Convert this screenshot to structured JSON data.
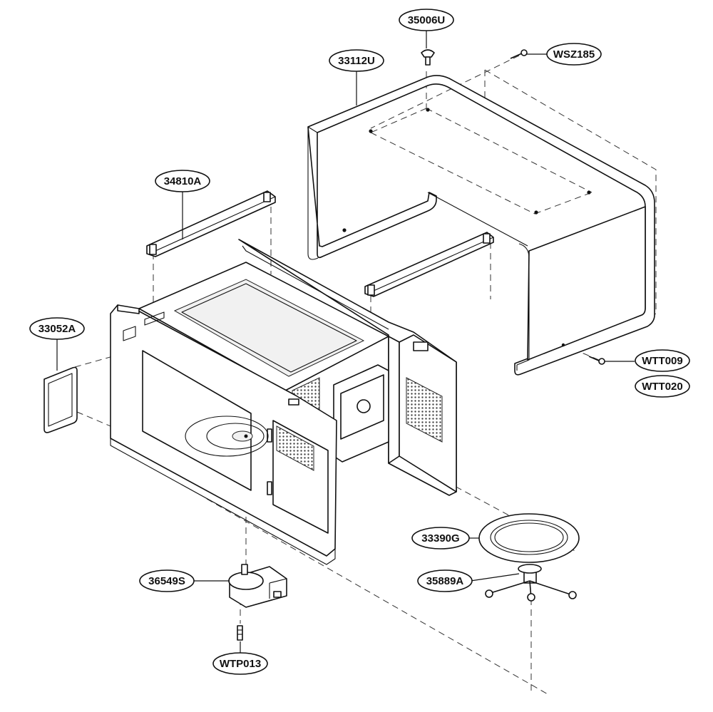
{
  "callouts": [
    {
      "id": "c-35006u",
      "label": "35006U"
    },
    {
      "id": "c-wsz185",
      "label": "WSZ185"
    },
    {
      "id": "c-33112u",
      "label": "33112U"
    },
    {
      "id": "c-34810a",
      "label": "34810A"
    },
    {
      "id": "c-33052a",
      "label": "33052A"
    },
    {
      "id": "c-wtt009",
      "label": "WTT009"
    },
    {
      "id": "c-wtt020",
      "label": "WTT020"
    },
    {
      "id": "c-33390g",
      "label": "33390G"
    },
    {
      "id": "c-35889a",
      "label": "35889A"
    },
    {
      "id": "c-36549s",
      "label": "36549S"
    },
    {
      "id": "c-wtp013",
      "label": "WTP013"
    }
  ]
}
